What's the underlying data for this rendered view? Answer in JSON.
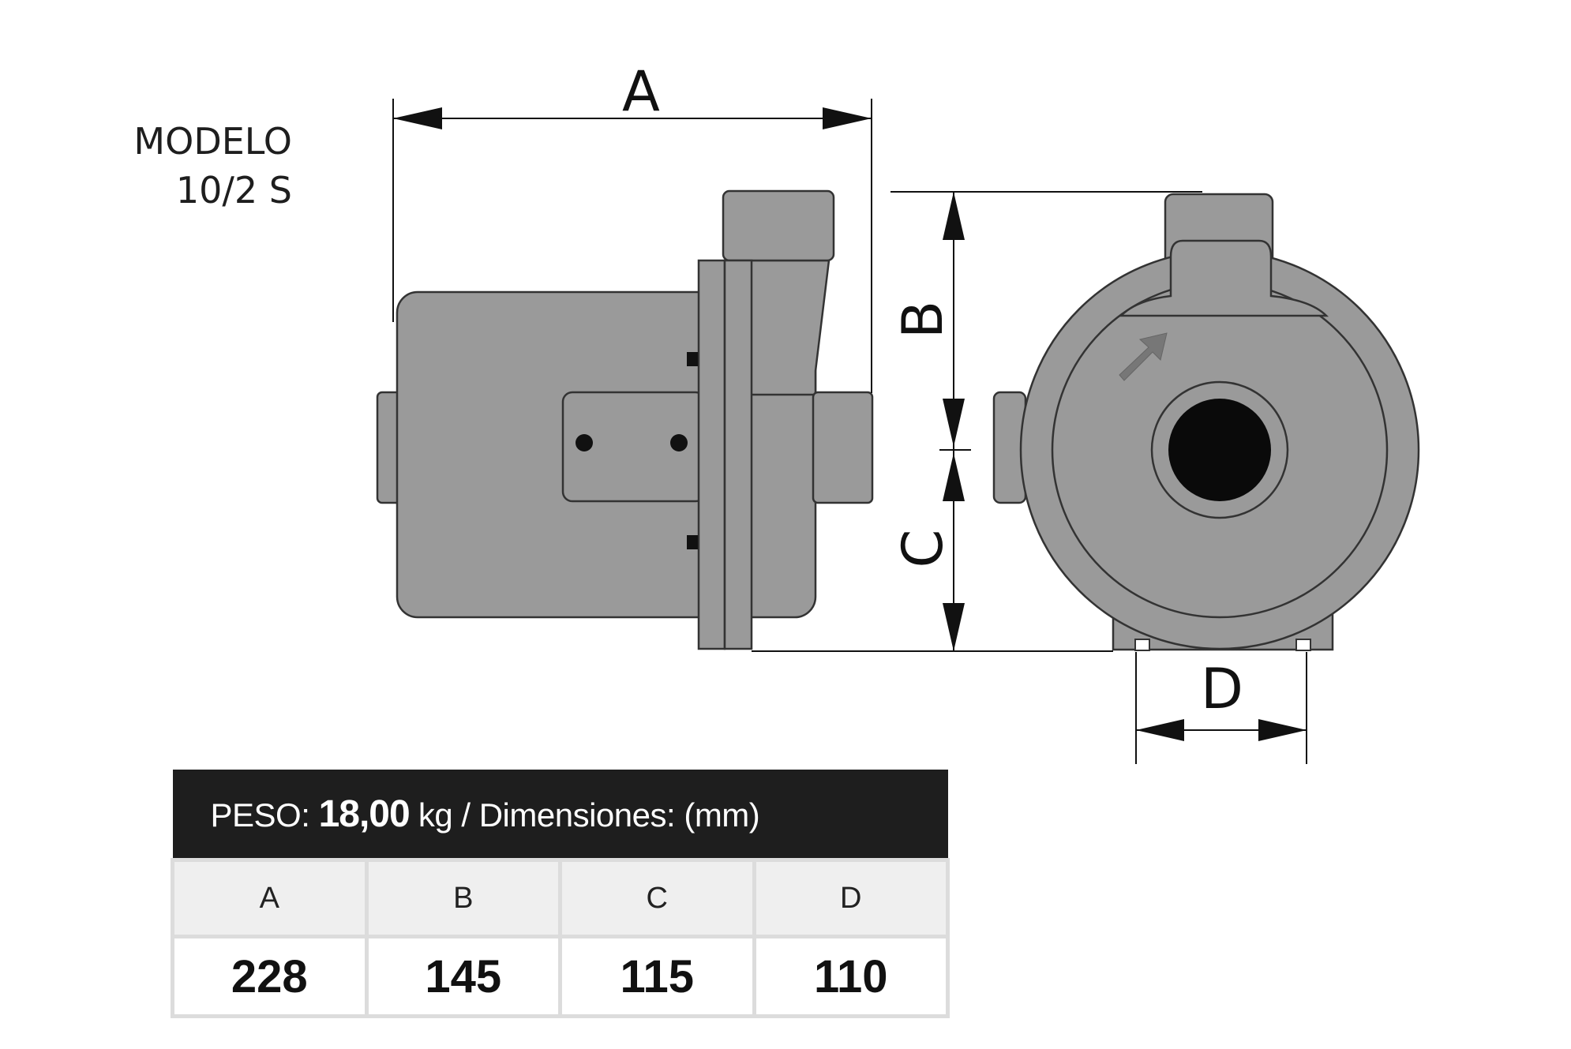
{
  "model": {
    "label": "MODELO",
    "code": "10/2 S"
  },
  "dimension_labels": {
    "a": "A",
    "b": "B",
    "c": "C",
    "d": "D"
  },
  "spec_table": {
    "weight_label": "PESO:",
    "weight_value": "18,00",
    "weight_suffix": "kg / Dimensiones: (mm)",
    "columns": [
      "A",
      "B",
      "C",
      "D"
    ],
    "values": [
      "228",
      "145",
      "115",
      "110"
    ]
  },
  "colors": {
    "pump_body": "#9a9a9a",
    "outline": "#333333",
    "header_bg": "#1e1e1e",
    "table_border": "#dcdcdc"
  }
}
